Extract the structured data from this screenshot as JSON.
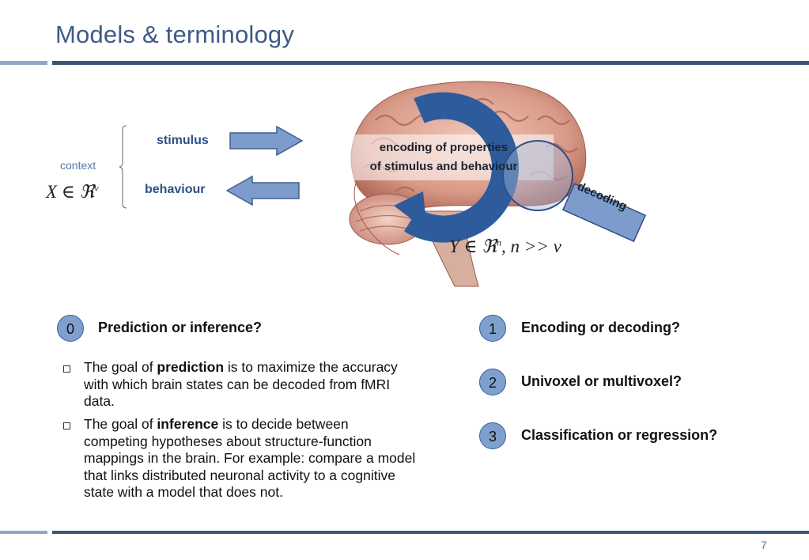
{
  "slide": {
    "title": "Models & terminology",
    "page_number": "7"
  },
  "diagram": {
    "context_label": "context",
    "x_math": {
      "base": "X ∈ ℜ",
      "sup": "v"
    },
    "stimulus_label": "stimulus",
    "behaviour_label": "behaviour",
    "encoding_line1": "encoding of properties",
    "encoding_line2": "of stimulus and behaviour",
    "decoding_label": "decoding",
    "y_math": {
      "base": "Y ∈ ℜ",
      "sup": "n",
      "rest": ",  n >> v"
    }
  },
  "questions": [
    {
      "number": "0",
      "label": "Prediction or inference?"
    },
    {
      "number": "1",
      "label": "Encoding or decoding?"
    },
    {
      "number": "2",
      "label": "Univoxel or multivoxel?"
    },
    {
      "number": "3",
      "label": "Classification or regression?"
    }
  ],
  "bullets": [
    {
      "pre": "The goal of ",
      "bold": "prediction",
      "post": " is to maximize the accuracy with which brain states can be decoded from fMRI data."
    },
    {
      "pre": "The goal of ",
      "bold": "inference",
      "post": " is to decide between competing hypotheses about structure-function mappings in the brain. For example: compare a model that links distributed neuronal activity to a cognitive state with a model that does not."
    }
  ],
  "colors": {
    "title": "#3f5a85",
    "accent_blue": "#2d4f86",
    "circle_fill": "#7fa0cf",
    "arrow_fill": "#7d9ccb"
  }
}
